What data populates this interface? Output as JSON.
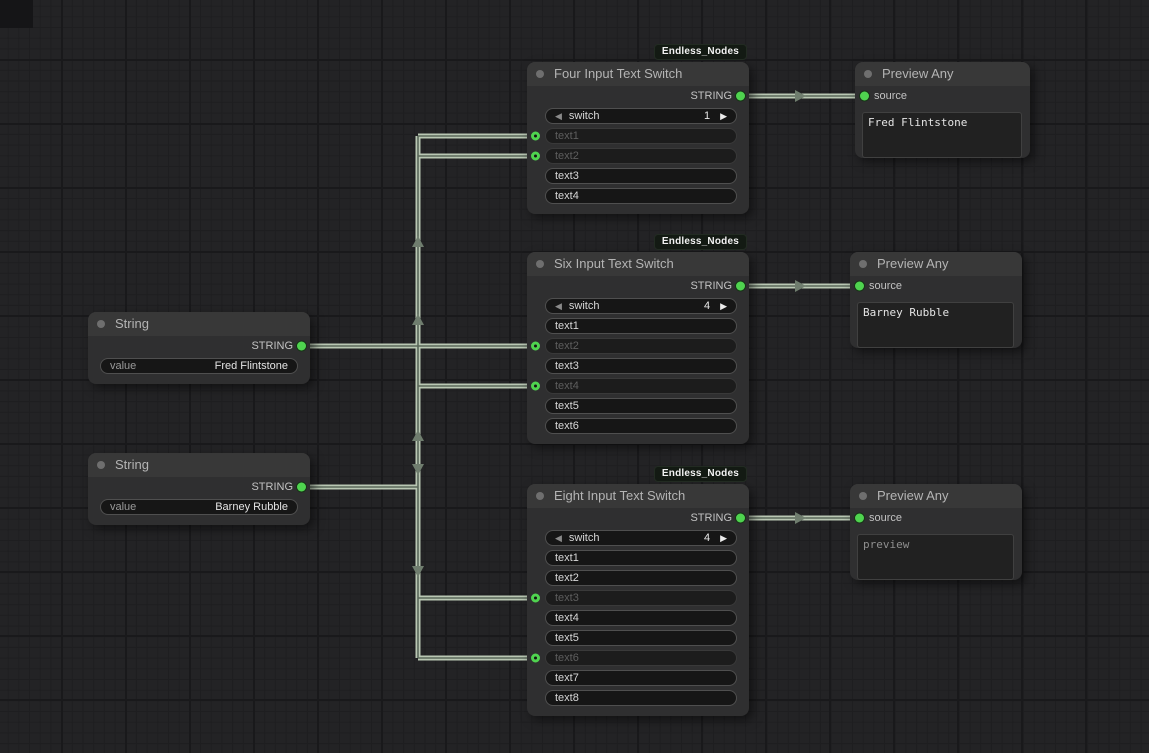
{
  "ui": {
    "colors": {
      "accent_green": "#4fd34f",
      "wire": "#b9c7b3",
      "node_bg": "#2f2f30",
      "canvas_bg": "#232325"
    }
  },
  "string_nodes": [
    {
      "title": "String",
      "output_label": "STRING",
      "widget_label": "value",
      "widget_value": "Fred Flintstone"
    },
    {
      "title": "String",
      "output_label": "STRING",
      "widget_label": "value",
      "widget_value": "Barney Rubble"
    }
  ],
  "switch_nodes": [
    {
      "badge": "Endless_Nodes",
      "title": "Four Input Text Switch",
      "output_label": "STRING",
      "switch_label": "switch",
      "switch_value": "1",
      "prev_icon": "◀",
      "next_icon": "▶",
      "rows": [
        {
          "label": "text1"
        },
        {
          "label": "text2"
        },
        {
          "label": "text3"
        },
        {
          "label": "text4"
        }
      ]
    },
    {
      "badge": "Endless_Nodes",
      "title": "Six Input Text Switch",
      "output_label": "STRING",
      "switch_label": "switch",
      "switch_value": "4",
      "prev_icon": "◀",
      "next_icon": "▶",
      "rows": [
        {
          "label": "text1"
        },
        {
          "label": "text2"
        },
        {
          "label": "text3"
        },
        {
          "label": "text4"
        },
        {
          "label": "text5"
        },
        {
          "label": "text6"
        }
      ]
    },
    {
      "badge": "Endless_Nodes",
      "title": "Eight Input Text Switch",
      "output_label": "STRING",
      "switch_label": "switch",
      "switch_value": "4",
      "prev_icon": "◀",
      "next_icon": "▶",
      "rows": [
        {
          "label": "text1"
        },
        {
          "label": "text2"
        },
        {
          "label": "text3"
        },
        {
          "label": "text4"
        },
        {
          "label": "text5"
        },
        {
          "label": "text6"
        },
        {
          "label": "text7"
        },
        {
          "label": "text8"
        }
      ]
    }
  ],
  "preview_nodes": [
    {
      "title": "Preview Any",
      "input_label": "source",
      "content": "Fred Flintstone"
    },
    {
      "title": "Preview Any",
      "input_label": "source",
      "content": "Barney Rubble"
    },
    {
      "title": "Preview Any",
      "input_label": "source",
      "content": "preview"
    }
  ]
}
